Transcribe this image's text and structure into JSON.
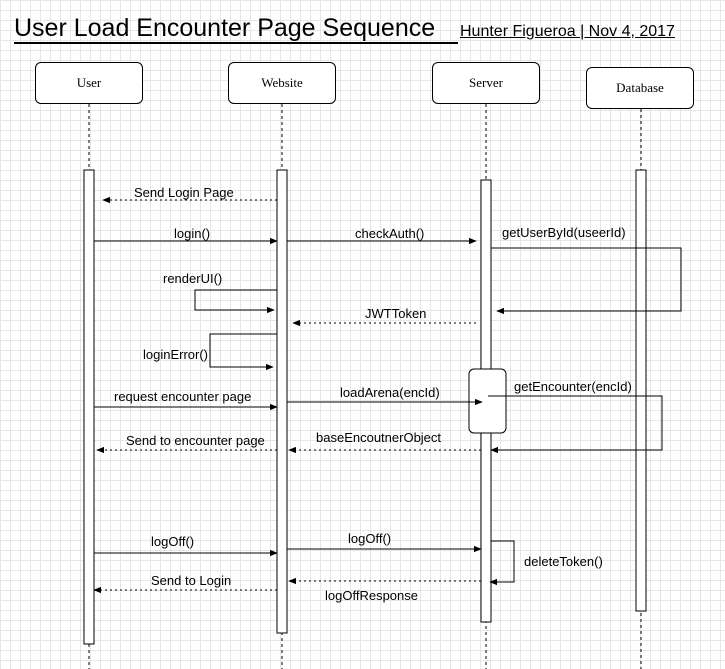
{
  "title": "User Load Encounter Page Sequence",
  "author_date": "Hunter Figueroa | Nov 4, 2017",
  "participants": [
    {
      "id": "user",
      "label": "User"
    },
    {
      "id": "website",
      "label": "Website"
    },
    {
      "id": "server",
      "label": "Server"
    },
    {
      "id": "database",
      "label": "Database"
    }
  ],
  "messages": {
    "send_login_page": "Send Login Page",
    "login": "login()",
    "check_auth": "checkAuth()",
    "get_user_by_id": "getUserById(useerId)",
    "render_ui": "renderUI()",
    "jwt_token": "JWTToken",
    "login_error": "loginError()",
    "request_encounter_page": "request encounter  page",
    "load_arena": "loadArena(encId)",
    "get_encounter": "getEncounter(encId)",
    "base_encounter_object": "baseEncoutnerObject",
    "send_to_encounter_page": "Send to encounter page",
    "log_off_user": "logOff()",
    "log_off_website": "logOff()",
    "delete_token": "deleteToken()",
    "send_to_login": "Send to Login",
    "log_off_response": "logOffResponse"
  }
}
